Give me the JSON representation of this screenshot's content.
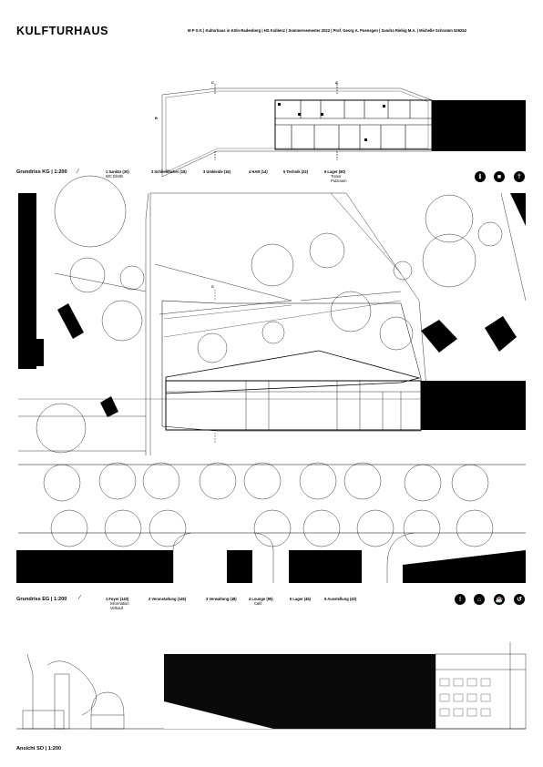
{
  "header": {
    "logo": "KULFTURHAUS",
    "meta": "M P G K  |  Kulturhaus in Köln-Radenberg  |  HS Koblenz  |  Sommersemester 2022  |  Prof. Georg A. Poensgen  |  Sandra Riebig M.A.  |  Michelle Schramm 526252"
  },
  "plan_kg": {
    "title": "Grundriss KG | 1:200",
    "legend": [
      {
        "label": "1  Sanitär (30)",
        "sub": "WC D/H/B"
      },
      {
        "label": "2  Schließfächer (18)",
        "sub": ""
      },
      {
        "label": "3  Umkleide (16)",
        "sub": ""
      },
      {
        "label": "4  HAR (14)",
        "sub": ""
      },
      {
        "label": "5  Technik (22)",
        "sub": ""
      },
      {
        "label": "6  Lager (90)",
        "sub": "Tresor\nPutzraum"
      }
    ],
    "icons": [
      "wc-icon",
      "locker-icon",
      "hanger-icon"
    ]
  },
  "plan_eg": {
    "title": "Grundriss EG | 1:200",
    "legend": [
      {
        "label": "1  Foyer (140)",
        "sub": "Information\nVerkauf"
      },
      {
        "label": "2  Veranstaltung (145)",
        "sub": ""
      },
      {
        "label": "3  Verwaltung (48)",
        "sub": ""
      },
      {
        "label": "4  Lounge (95)",
        "sub": "Café"
      },
      {
        "label": "5  Lager (45)",
        "sub": ""
      },
      {
        "label": "6  Ausstellung (40)",
        "sub": ""
      }
    ],
    "icons": [
      "info-icon",
      "person-icon",
      "coffee-icon",
      "exhibition-icon"
    ]
  },
  "elevation": {
    "title": "Ansicht SO | 1:200"
  },
  "marks": {
    "section_a": "A",
    "section_b": "B",
    "section_c": "C"
  }
}
